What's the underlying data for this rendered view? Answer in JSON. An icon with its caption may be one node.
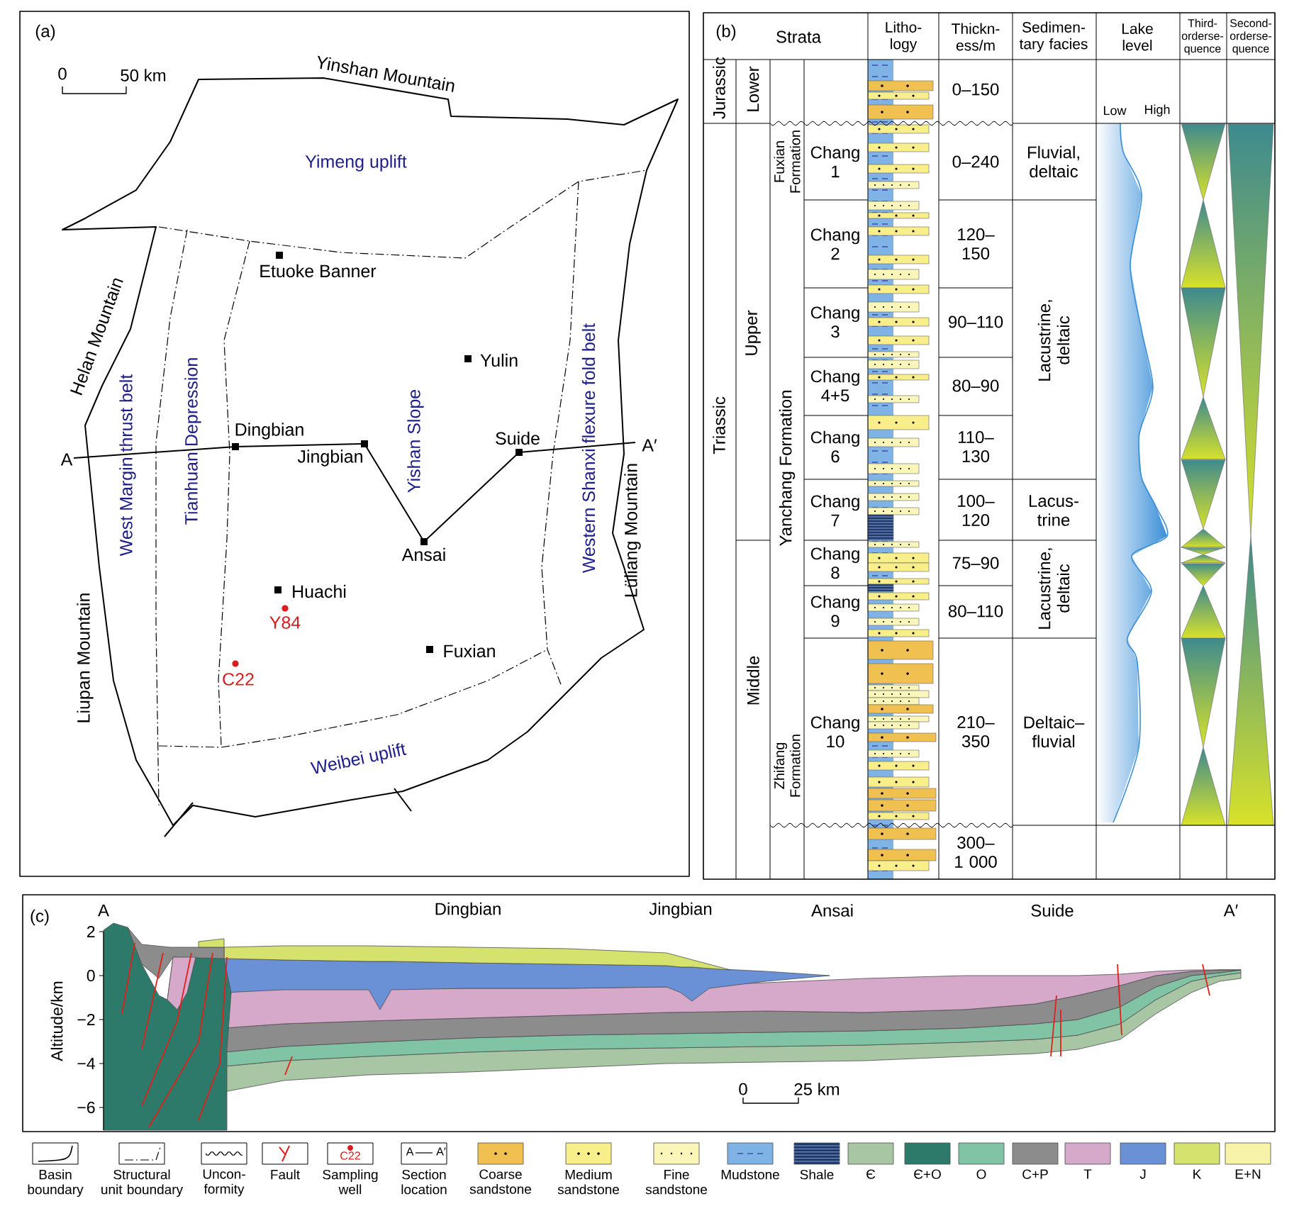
{
  "diagram": {
    "labels": [
      "(a)",
      "0",
      "50 km",
      "Yinshan Mountain",
      "Yimeng uplift",
      "Etuoke Banner",
      "Helan Mountain",
      "Yulin",
      "West Margin thrust belt",
      "Tianhuan Depression",
      "Yishan Slope",
      "Western Shanxi flexure fold belt",
      "Dingbian",
      "Suide",
      "A",
      "Jingbian",
      "A′",
      "Lüliang Mountain",
      "Ansai",
      "Huachi",
      "Y84",
      "Fuxian",
      "Liupan Mountain",
      "C22",
      "Weibei uplift",
      "(b)",
      "Strata",
      "Litho- logy",
      "Thickn- ess/m",
      "Sedimen- tary facies",
      "Lake level",
      "Third- orderse- quence",
      "Second- orderse- quence",
      "Jurassic",
      "Lower",
      "0–150",
      "Low",
      "High",
      "Upper",
      "Fuxian Formation",
      "Chang 1",
      "0–240",
      "Fluvial, deltaic",
      "Chang 2",
      "120–150",
      "Lacustrine, deltaic",
      "Chang 3",
      "90–110",
      "Chang 4+5",
      "80–90",
      "Triassic",
      "Chang 6",
      "110–130",
      "Yanchang Formation",
      "Chang 7",
      "100–120",
      "Lacus- trine",
      "Middle",
      "Chang 8",
      "75–90",
      "Lacustrine, deltaic",
      "Chang 9",
      "80–110",
      "Chang 10",
      "210–350",
      "Deltaic–fluvial",
      "Zhifang Formation",
      "300–1 000",
      "(c)",
      "A",
      "Dingbian",
      "Jingbian",
      "Ansai",
      "Suide",
      "A′",
      "2",
      "0",
      "−2",
      "−4",
      "−6",
      "Altitude/km",
      "0",
      "25 km",
      "C22",
      "A",
      "A′"
    ],
    "legend": [
      {
        "text": "Basin boundary"
      },
      {
        "text": "Structural unit boundary"
      },
      {
        "text": "Uncon- formity"
      },
      {
        "text": "Fault"
      },
      {
        "text": "Sampling well"
      },
      {
        "text": "Section location"
      },
      {
        "text": "Coarse sandstone"
      },
      {
        "text": "Medium sandstone"
      },
      {
        "text": "Fine sandstone"
      },
      {
        "text": "Mudstone"
      },
      {
        "text": "Shale"
      },
      {
        "text": "Є",
        "color": "#a9c6a4"
      },
      {
        "text": "Є+O",
        "color": "#2e7a6a"
      },
      {
        "text": "O",
        "color": "#80c4a5"
      },
      {
        "text": "C+P",
        "color": "#8c8c8c"
      },
      {
        "text": "T",
        "color": "#d6a9cb"
      },
      {
        "text": "J",
        "color": "#6a90d6"
      },
      {
        "text": "K",
        "color": "#d6e26e"
      },
      {
        "text": "E+N",
        "color": "#f7f3a8"
      }
    ]
  }
}
